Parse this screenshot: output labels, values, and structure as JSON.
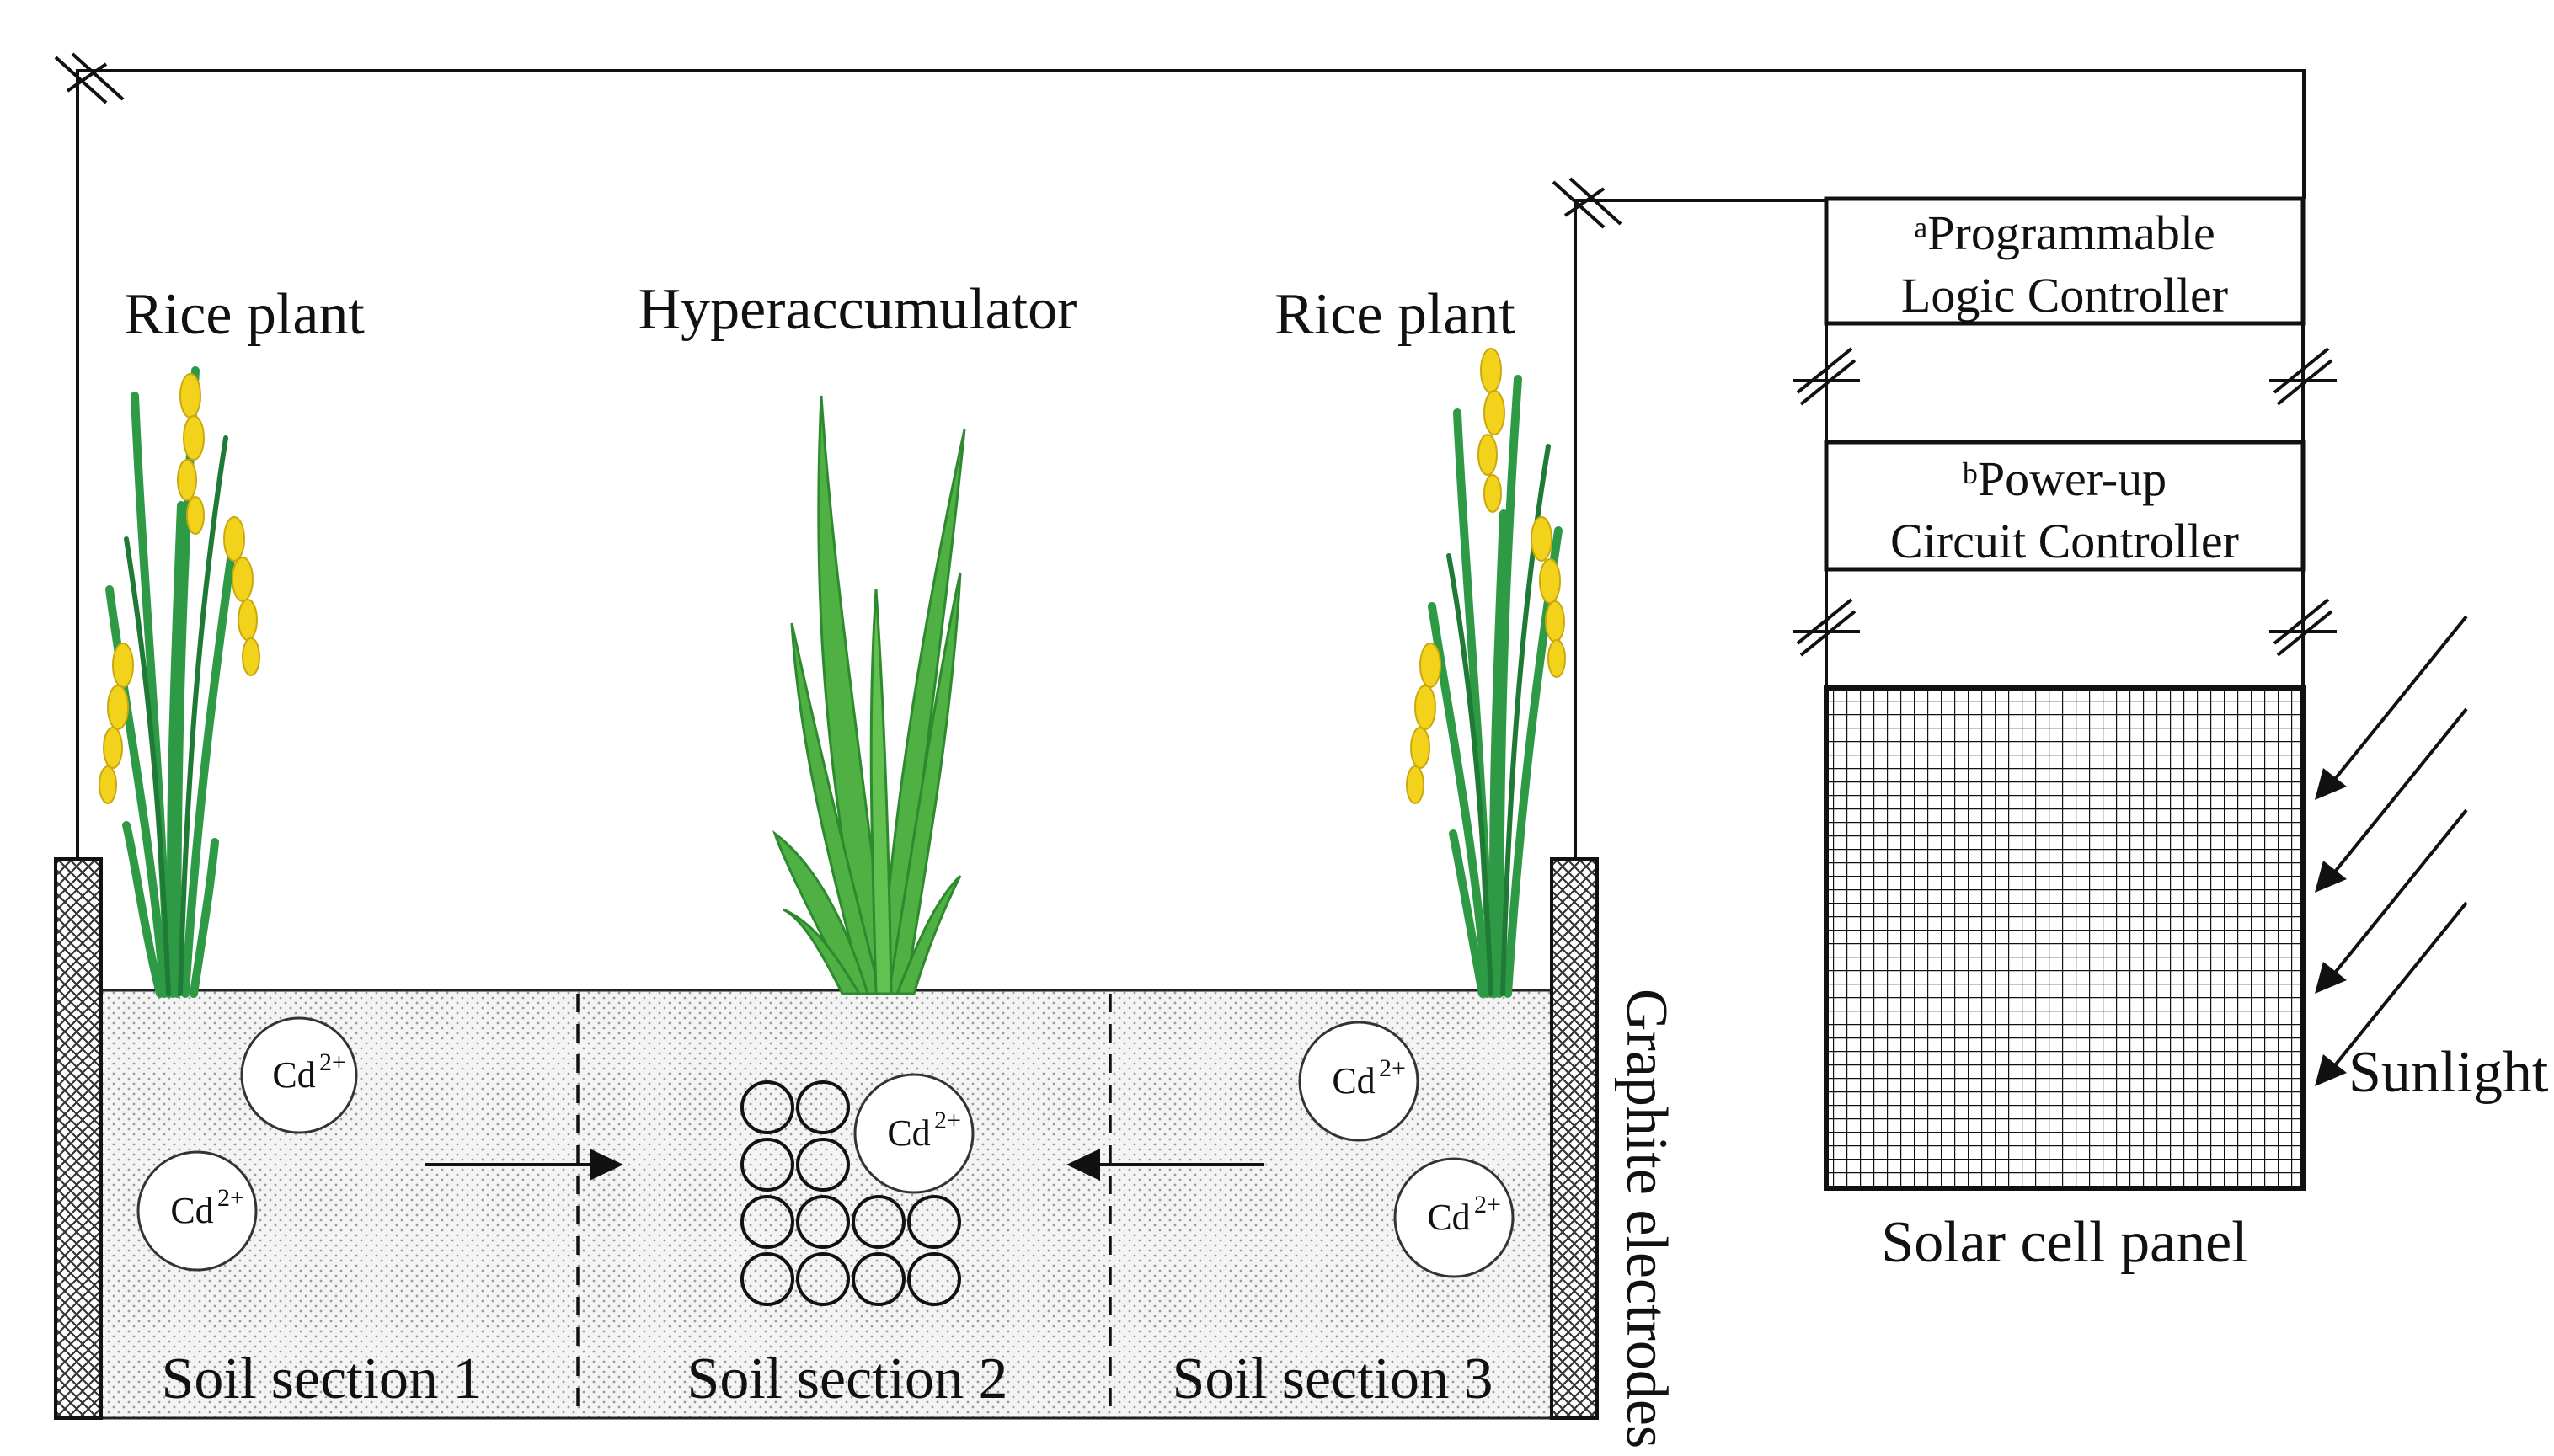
{
  "labels": {
    "rice_plant_left": "Rice plant",
    "hyperaccumulator": "Hyperaccumulator",
    "rice_plant_right": "Rice plant",
    "soil_section_1": "Soil section 1",
    "soil_section_2": "Soil section 2",
    "soil_section_3": "Soil section 3",
    "graphite_electrodes": "Graphite electrodes",
    "solar_cell_panel": "Solar cell panel",
    "sunlight": "Sunlight"
  },
  "plc_box": {
    "superscript": "a",
    "line1": "Programmable",
    "line2": "Logic Controller"
  },
  "power_box": {
    "superscript": "b",
    "line1": "Power-up",
    "line2": "Circuit Controller"
  },
  "ion": {
    "base": "Cd",
    "charge": "2+"
  },
  "colors": {
    "line": "#111111",
    "soil_fill": "#f4f4f4",
    "soil_dot": "#9a9a9a",
    "rice_leaf": "#2f9a45",
    "rice_grain": "#f2d21b",
    "hyper_leaf": "#4fb043"
  }
}
